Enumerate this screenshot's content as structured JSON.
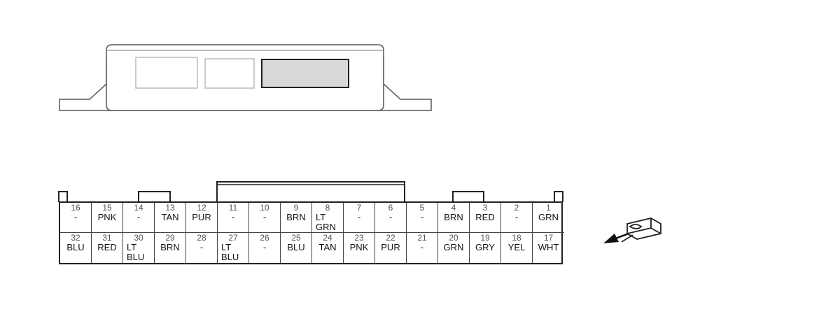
{
  "connector": {
    "top_row": [
      {
        "pin": "16",
        "color": "-"
      },
      {
        "pin": "15",
        "color": "PNK"
      },
      {
        "pin": "14",
        "color": "-"
      },
      {
        "pin": "13",
        "color": "TAN"
      },
      {
        "pin": "12",
        "color": "PUR"
      },
      {
        "pin": "11",
        "color": "-"
      },
      {
        "pin": "10",
        "color": "-"
      },
      {
        "pin": "9",
        "color": "BRN"
      },
      {
        "pin": "8",
        "color": "LT\nGRN"
      },
      {
        "pin": "7",
        "color": "-"
      },
      {
        "pin": "6",
        "color": "-"
      },
      {
        "pin": "5",
        "color": "-"
      },
      {
        "pin": "4",
        "color": "BRN"
      },
      {
        "pin": "3",
        "color": "RED"
      },
      {
        "pin": "2",
        "color": "-"
      },
      {
        "pin": "1",
        "color": "GRN"
      }
    ],
    "bottom_row": [
      {
        "pin": "32",
        "color": "BLU"
      },
      {
        "pin": "31",
        "color": "RED"
      },
      {
        "pin": "30",
        "color": "LT\nBLU"
      },
      {
        "pin": "29",
        "color": "BRN"
      },
      {
        "pin": "28",
        "color": "-"
      },
      {
        "pin": "27",
        "color": "LT\nBLU"
      },
      {
        "pin": "26",
        "color": "-"
      },
      {
        "pin": "25",
        "color": "BLU"
      },
      {
        "pin": "24",
        "color": "TAN"
      },
      {
        "pin": "23",
        "color": "PNK"
      },
      {
        "pin": "22",
        "color": "PUR"
      },
      {
        "pin": "21",
        "color": "-"
      },
      {
        "pin": "20",
        "color": "GRN"
      },
      {
        "pin": "19",
        "color": "GRY"
      },
      {
        "pin": "18",
        "color": "YEL"
      },
      {
        "pin": "17",
        "color": "WHT"
      }
    ]
  },
  "colors": {
    "outline": "#222222",
    "light_outline": "#aaaaaa",
    "highlight_fill": "#d9d9d9"
  }
}
